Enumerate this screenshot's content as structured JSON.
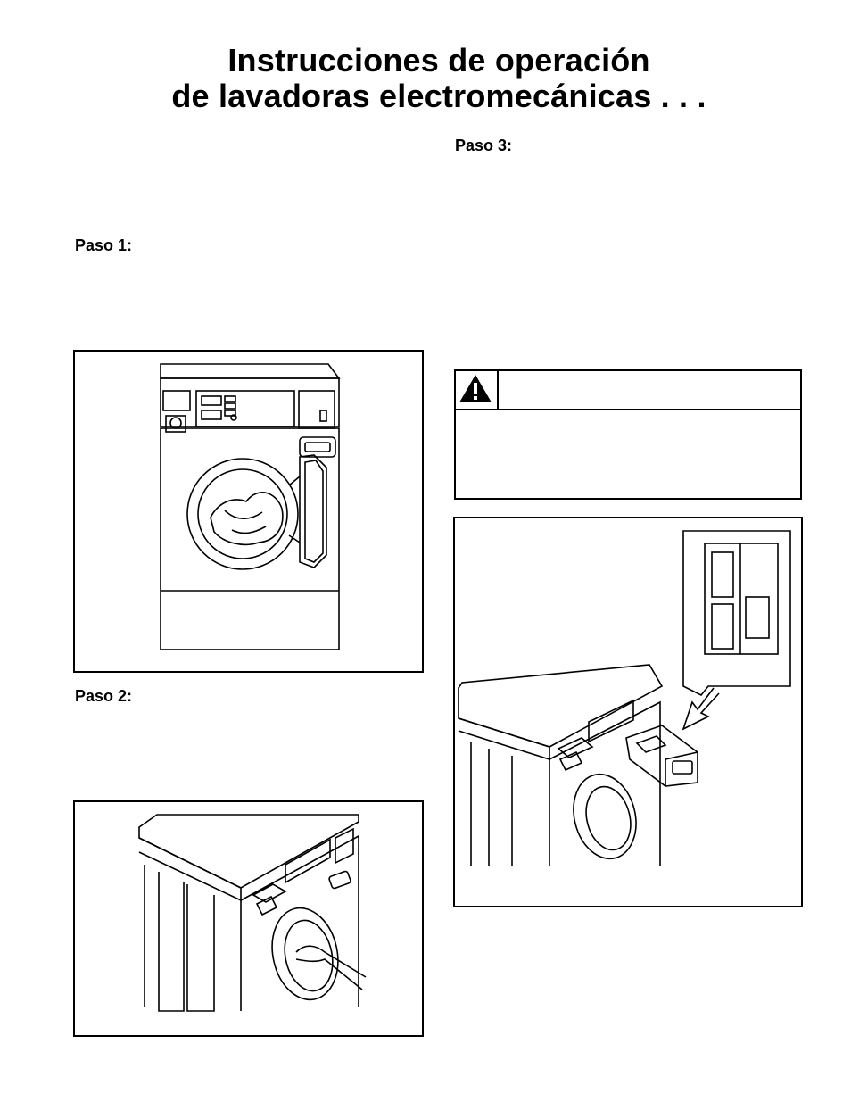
{
  "title": {
    "line1": "Instrucciones de operación",
    "line2": "de lavadoras electromecánicas . . ."
  },
  "steps": {
    "step1": "Paso 1:",
    "step2": "Paso 2:",
    "step3": "Paso 3:"
  },
  "warning": {
    "icon": "warning-triangle-icon"
  },
  "figures": {
    "fig1": "front-load-washer-door-open",
    "fig2": "hand-closing-washer-door",
    "fig3": "dispenser-drawer-detail"
  }
}
